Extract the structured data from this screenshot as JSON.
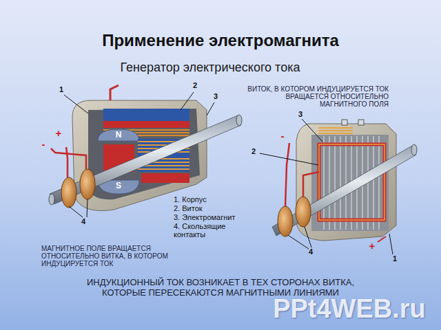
{
  "diagram": {
    "title": "Применение электромагнита",
    "labels": [
      "Генератор электрического тока",
      "1",
      "2",
      "3",
      "4",
      "N",
      "S",
      "+",
      "-",
      "1. Корпус",
      "2. Виток",
      "3. Электромагнит",
      "4. Скользящие контакты",
      "МАГНИТНОЕ ПОЛЕ ВРАЩАЕТСЯ ОТНОСИТЕЛЬНО ВИТКА, В КОТОРОМ ИНДУЦИРУЕТСЯ ТОК",
      "ВИТОК, В КОТОРОМ ИНДУЦИРУЕТСЯ ТОК ВРАЩАЕТСЯ ОТНОСИТЕЛЬНО МАГНИТНОГО ПОЛЯ",
      "3",
      "2",
      "-",
      "4",
      "+",
      "1",
      "ИНДУКЦИОННЫЙ ТОК ВОЗНИКАЕТ В ТЕХ СТОРОНАХ ВИТКА, КОТОРЫЕ ПЕРЕСЕКАЮТСЯ МАГНИТНЫМИ ЛИНИЯМИ",
      "PPt4WEB.ru"
    ]
  }
}
